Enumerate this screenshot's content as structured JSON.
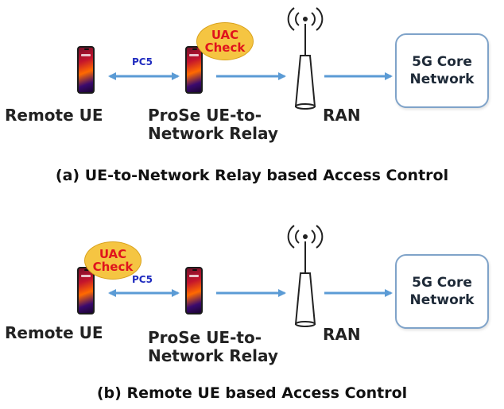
{
  "panels": [
    {
      "id": "a",
      "remote_ue_label": "Remote UE",
      "relay_label_line1": "ProSe UE-to-",
      "relay_label_line2": "Network Relay",
      "ran_label": "RAN",
      "pc5_label": "PC5",
      "uac_line1": "UAC",
      "uac_line2": "Check",
      "core_line1": "5G Core",
      "core_line2": "Network",
      "caption": "(a)  UE-to-Network Relay based Access Control"
    },
    {
      "id": "b",
      "remote_ue_label": "Remote UE",
      "relay_label_line1": "ProSe UE-to-",
      "relay_label_line2": "Network Relay",
      "ran_label": "RAN",
      "pc5_label": "PC5",
      "uac_line1": "UAC",
      "uac_line2": "Check",
      "core_line1": "5G Core",
      "core_line2": "Network",
      "caption": "(b)  Remote UE based Access Control"
    }
  ],
  "colors": {
    "arrow": "#5b9bd5",
    "uac_fill": "#f5c542",
    "uac_text": "#e0141d",
    "core_border": "#7fa3c9",
    "pc5_text": "#1f2bbf"
  },
  "icons": {
    "phone": "smartphone-icon",
    "antenna": "antenna-tower-icon"
  }
}
